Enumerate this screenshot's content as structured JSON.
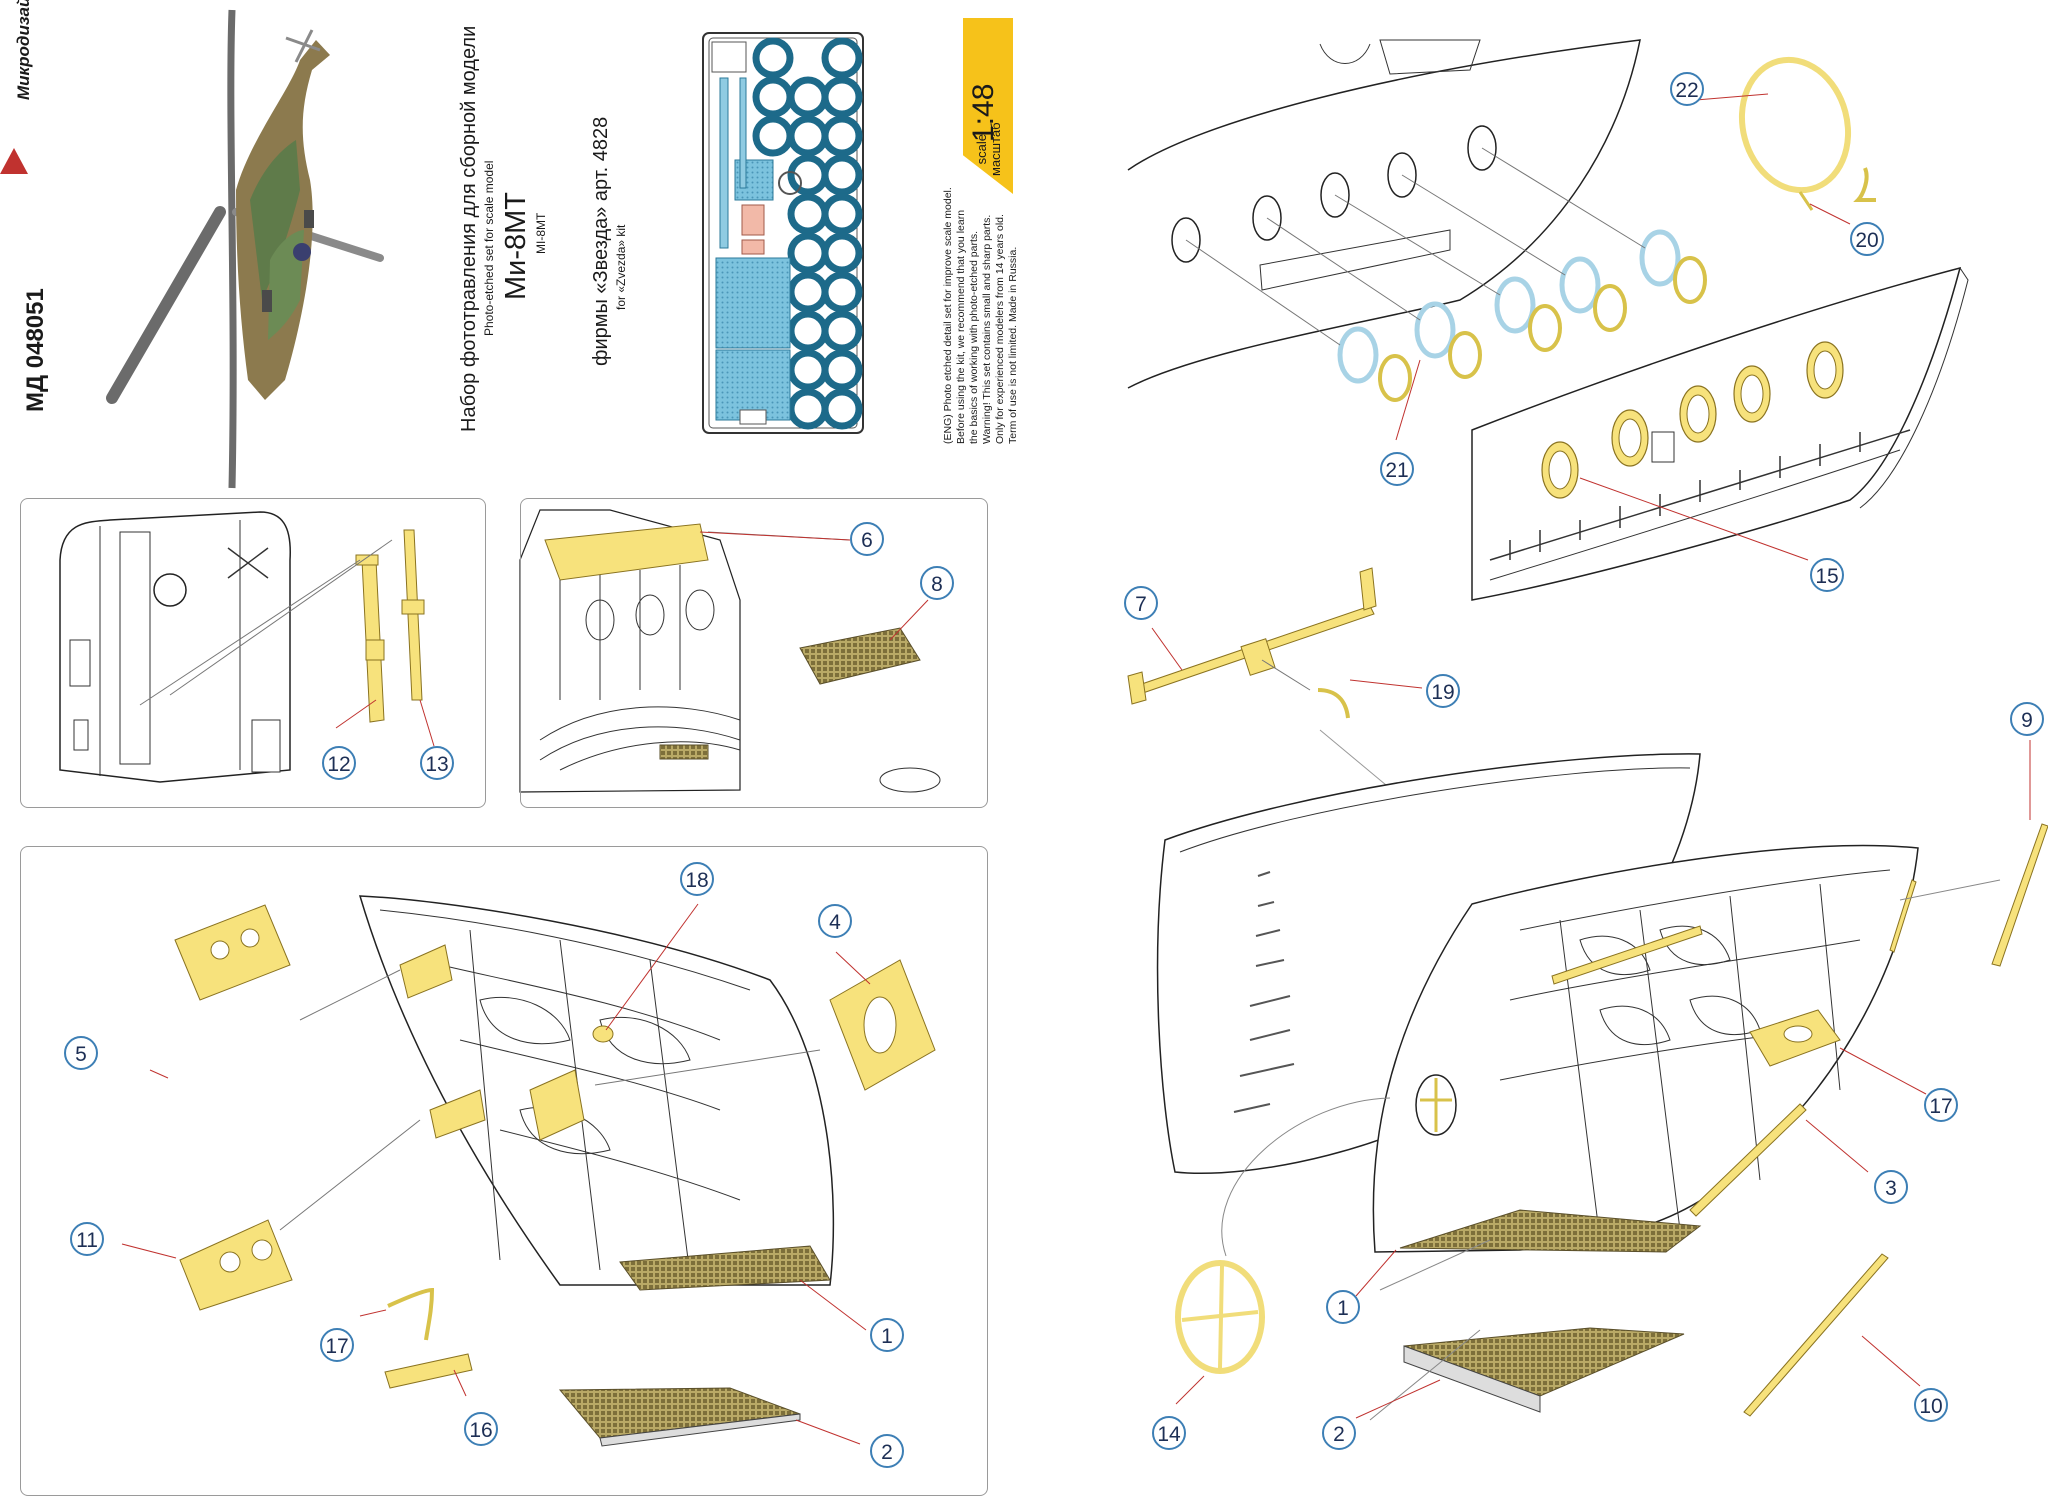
{
  "header": {
    "code": "МД 048051",
    "brand": "Микродизайн",
    "title_ru": "Набор фототравления для сборной модели",
    "title_en": "Photo-etched set for scale model",
    "model_ru": "Ми-8МТ",
    "model_en": "MI-8MT",
    "kit_ru": "фирмы «Звезда» арт. 4828",
    "kit_en": "for «Zvezda» kit"
  },
  "scale": {
    "value": "1:48",
    "label_en": "scale",
    "label_ru": "масштаб"
  },
  "notice": [
    "(ENG) Photo etched detail set for improve scale model.",
    "Before using the kit, we recommend that you learn",
    "the basics of working with photo-etched parts.",
    "Warning! This set contains small and sharp parts.",
    "Only for experienced modelers from 14 years old.",
    "Term of use is not limited. Made in Russia."
  ],
  "colors": {
    "part_yellow": "#f7e27c",
    "ring_blue": "#a8d3e6",
    "fret_blue": "#6fb9d8",
    "callout_border": "#3d7fb5",
    "floor_mesh": "#a89a5a"
  },
  "callouts": {
    "c1a": "1",
    "c1b": "1",
    "c2a": "2",
    "c2b": "2",
    "c3": "3",
    "c4": "4",
    "c5": "5",
    "c6": "6",
    "c7": "7",
    "c8": "8",
    "c9": "9",
    "c10": "10",
    "c11": "11",
    "c12": "12",
    "c13": "13",
    "c14": "14",
    "c15": "15",
    "c16": "16",
    "c17a": "17",
    "c17b": "17",
    "c18": "18",
    "c19": "19",
    "c20": "20",
    "c21": "21",
    "c22": "22"
  }
}
